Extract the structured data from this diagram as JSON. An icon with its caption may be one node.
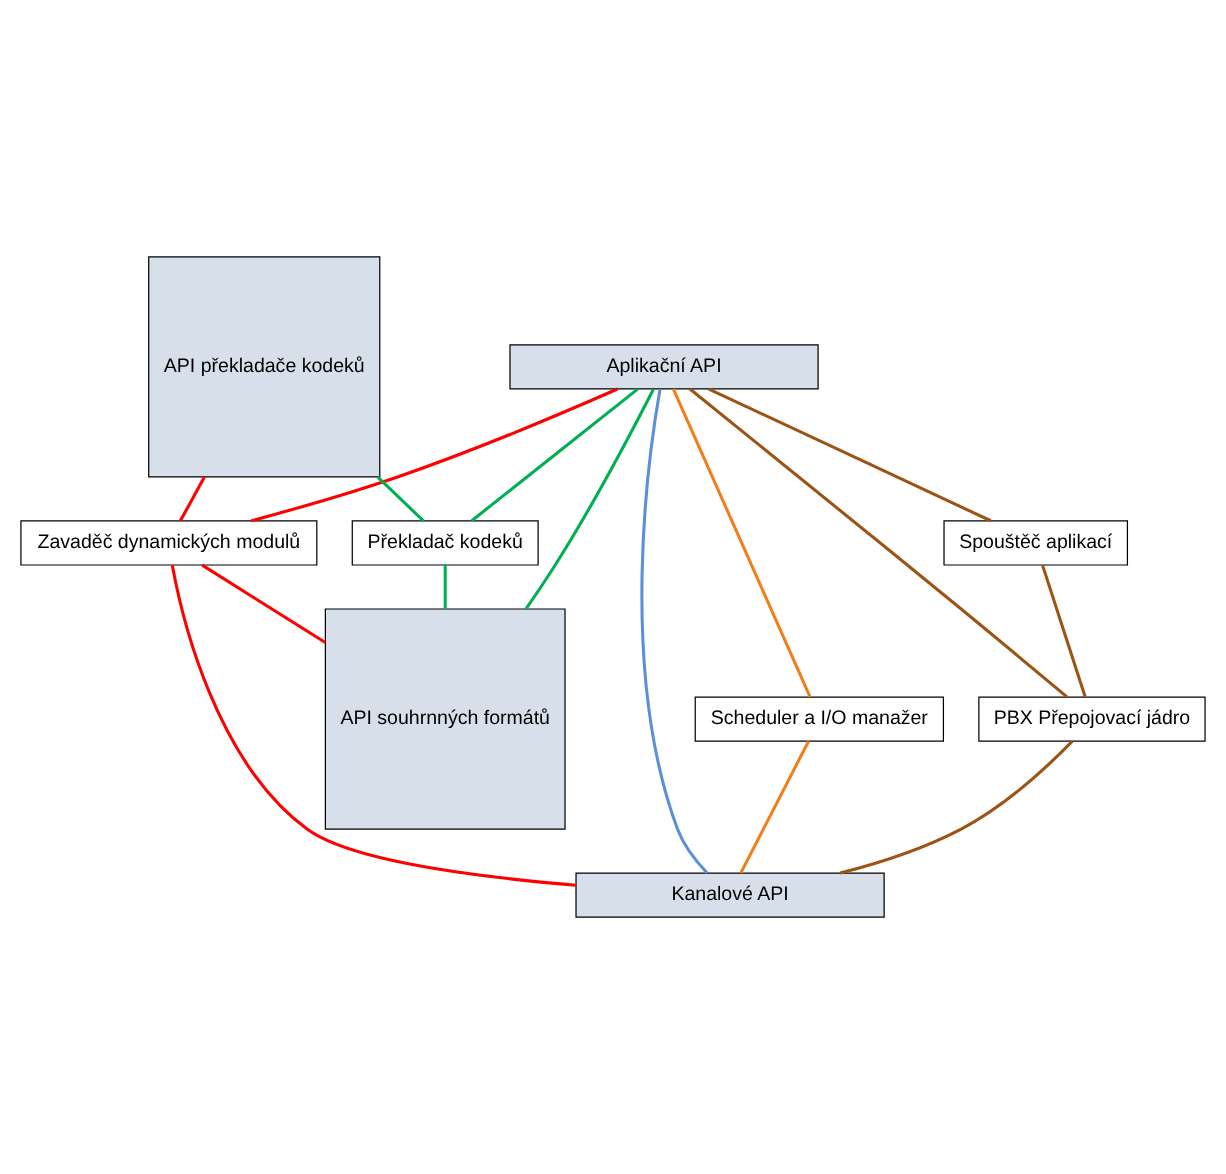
{
  "diagram": {
    "nodes": [
      {
        "text": [
          "Aplikační API"
        ]
      },
      {
        "text": [
          "API překladače kodeků"
        ]
      },
      {
        "text": [
          "API souhrnných formátů"
        ]
      },
      {
        "text": [
          "Kanalové API"
        ]
      },
      {
        "text": [
          "Překladač kodeků"
        ]
      },
      {
        "text": [
          "Scheduler a I/O manažer"
        ]
      },
      {
        "text": [
          "Spouštěč aplikací"
        ]
      },
      {
        "text": [
          "PBX Přepojovací jádro"
        ]
      },
      {
        "text": [
          "Zavaděč dynamických modulů"
        ]
      }
    ],
    "edges": [
      {
        "from": 0,
        "to": 4,
        "arrow": "none",
        "color": "#00b050"
      },
      {
        "from": 1,
        "to": 4,
        "arrow": "none",
        "color": "#00b050"
      },
      {
        "from": 4,
        "to": 2,
        "arrow": "none",
        "color": "#00b050"
      },
      {
        "from": 0,
        "to": 2,
        "arrow": "none",
        "color": "#00b050"
      },
      {
        "from": 0,
        "to": 6,
        "arrow": "none",
        "color": "#9c5414"
      },
      {
        "from": 6,
        "to": 7,
        "arrow": "none",
        "color": "#9c5414"
      },
      {
        "from": 0,
        "to": 7,
        "arrow": "none",
        "color": "#9c5414"
      },
      {
        "from": 7,
        "to": 3,
        "arrow": "none",
        "color": "#9c5414"
      },
      {
        "from": 0,
        "to": 3,
        "arrow": "none",
        "color": "#5b8fd9"
      },
      {
        "from": 0,
        "to": 5,
        "arrow": "none",
        "color": "#f07f1a"
      },
      {
        "from": 5,
        "to": 3,
        "arrow": "none",
        "color": "#f07f1a"
      },
      {
        "from": 0,
        "to": 8,
        "arrow": "none",
        "color": "#ff0000"
      },
      {
        "from": 1,
        "to": 8,
        "arrow": "none",
        "color": "#ff0000"
      },
      {
        "from": 8,
        "to": 2,
        "arrow": "none",
        "color": "#ff0000"
      },
      {
        "from": 8,
        "to": 3,
        "arrow": "none",
        "color": "#ff0000"
      }
    ]
  }
}
